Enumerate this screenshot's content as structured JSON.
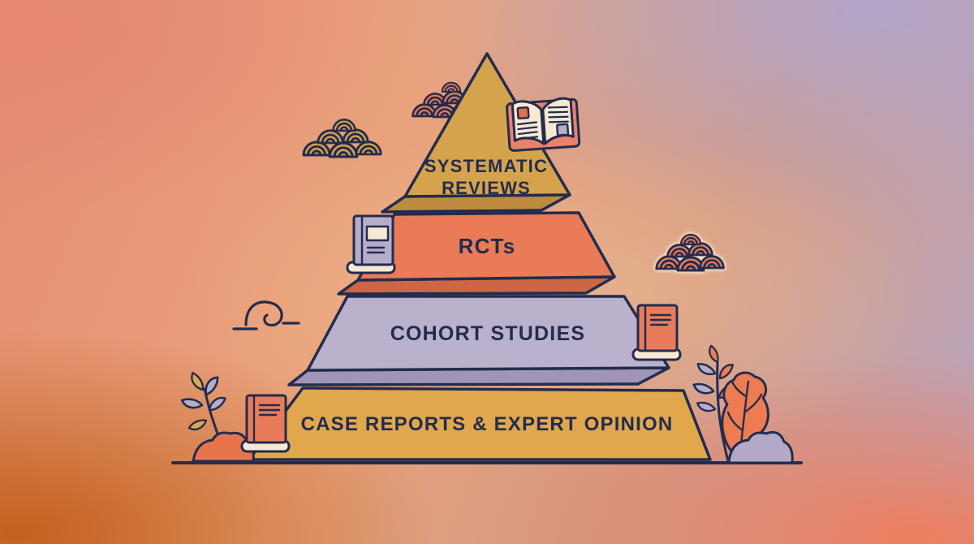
{
  "pyramid": {
    "outline_color": "#232c4e",
    "label_color": "#232c4e",
    "levels": [
      {
        "id": "systematic-reviews",
        "label": "SYSTEMATIC REVIEWS",
        "line1": "SYSTEMATIC",
        "line2": "REVIEWS",
        "fill": "#d5a34c",
        "underside_fill": "#bd8c3e"
      },
      {
        "id": "rcts",
        "label": "RCTs",
        "fill": "#e97b57",
        "underside_fill": "#cd6644"
      },
      {
        "id": "cohort-studies",
        "label": "COHORT STUDIES",
        "fill": "#bab1cc",
        "underside_fill": "#a095b6"
      },
      {
        "id": "case-reports-expert-opinion",
        "label": "CASE REPORTS & EXPERT OPINION",
        "fill": "#e1a74c"
      }
    ]
  },
  "decorations": {
    "clouds": [
      {
        "name": "scalloped-cloud",
        "color": "#d5a44c",
        "position": "upper-left"
      },
      {
        "name": "scalloped-cloud",
        "color": "#e87c5a",
        "position": "top-behind-pyramid"
      },
      {
        "name": "scalloped-cloud",
        "color": "#e87c5a",
        "position": "middle-right"
      }
    ],
    "books": [
      {
        "name": "open-book",
        "colors": [
          "#e8826a",
          "#f7e8d2",
          "#e0714a",
          "#b6adca"
        ],
        "position": "top-level-right"
      },
      {
        "name": "closed-book",
        "color": "#b6adca",
        "position": "rcts-level-left"
      },
      {
        "name": "closed-book",
        "color": "#e87c5a",
        "position": "cohort-level-right"
      },
      {
        "name": "closed-book",
        "color": "#e87c5a",
        "position": "bottom-level-left"
      }
    ],
    "wind_swirl": {
      "name": "wind-swirl",
      "position": "middle-left"
    },
    "plants": [
      {
        "name": "leafy-branch",
        "leaf_colors": [
          "#d9a94f",
          "#b6adca"
        ],
        "position": "bottom-left"
      },
      {
        "name": "bush-mound",
        "color": "#e8744e",
        "position": "bottom-left"
      },
      {
        "name": "leafy-branch",
        "leaf_colors": [
          "#ee7c52",
          "#b6adca"
        ],
        "position": "bottom-right"
      },
      {
        "name": "large-leaf",
        "color": "#ee7c52",
        "position": "bottom-right"
      },
      {
        "name": "bush-mound",
        "color": "#b3a8c6",
        "position": "bottom-right"
      }
    ],
    "ground_line_color": "#232c4e"
  },
  "background": {
    "top_left": "#e58878",
    "top_right": "#b2a5c9",
    "bottom_left": "#c2631f",
    "bottom_right": "#ee7d5c",
    "center_glow": "#f4c496"
  }
}
